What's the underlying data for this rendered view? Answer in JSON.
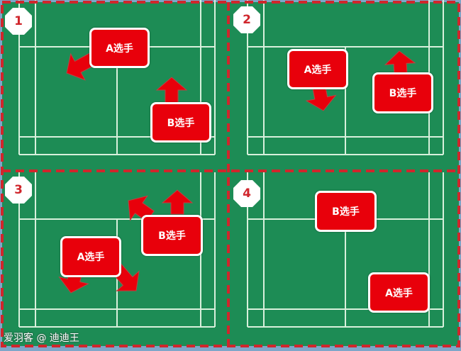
{
  "panels": [
    {
      "number": "1",
      "player_a": "A选手",
      "player_b": "B选手"
    },
    {
      "number": "2",
      "player_a": "A选手",
      "player_b": "B选手"
    },
    {
      "number": "3",
      "player_a": "A选手",
      "player_b": "B选手"
    },
    {
      "number": "4",
      "player_a": "B选手",
      "player_b": "A选手"
    }
  ],
  "watermark": "爱羽客 @ 迪迪王",
  "colors": {
    "court": "#1d8c55",
    "lines": "#d8f0dc",
    "player": "#e8000b",
    "dash": "#d0262c"
  }
}
